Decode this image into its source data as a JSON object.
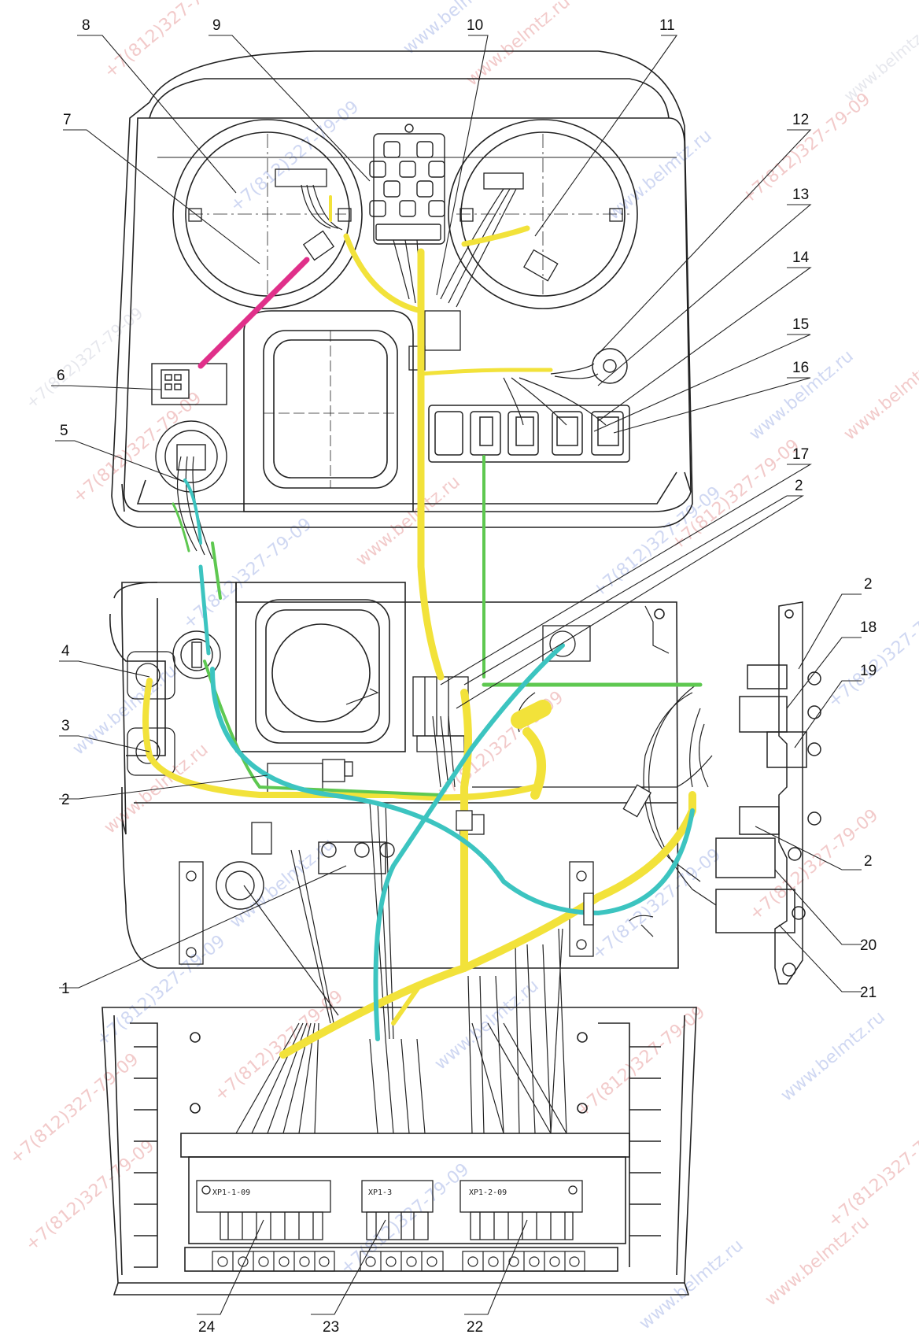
{
  "colors": {
    "yellow": "#f2e23a",
    "magenta": "#e0308a",
    "green": "#5ec850",
    "cyan": "#3cc4c0",
    "line": "#222222",
    "watermark_red": "#e8a0a0",
    "watermark_blue": "#a8b8e8"
  },
  "callouts": [
    "1",
    "2",
    "2",
    "2",
    "2",
    "2",
    "3",
    "4",
    "5",
    "6",
    "7",
    "8",
    "9",
    "10",
    "11",
    "12",
    "13",
    "14",
    "15",
    "16",
    "17",
    "18",
    "19",
    "20",
    "21",
    "22",
    "23",
    "24"
  ],
  "connector_codes": {
    "c24": "XP1-1-09",
    "c23": "XP1-3",
    "c22": "XP1-2-09"
  },
  "watermarks": {
    "site": "www.belmtz.ru",
    "phone": "+7(812)327-79-09"
  }
}
